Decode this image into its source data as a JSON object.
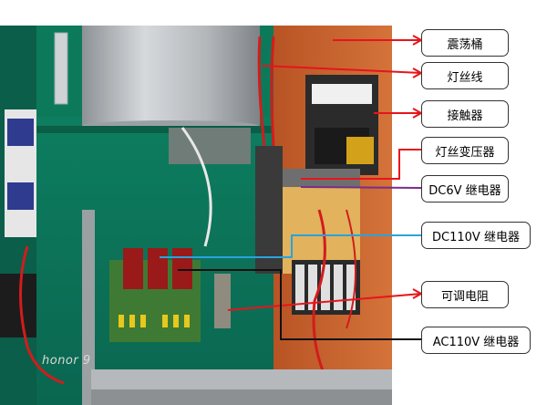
{
  "labels": [
    {
      "id": "oscillation-tank",
      "text": "震荡桶",
      "line_color": "#e8141c"
    },
    {
      "id": "filament-wire",
      "text": "灯丝线",
      "line_color": "#e8141c"
    },
    {
      "id": "contactor",
      "text": "接触器",
      "line_color": "#e8141c"
    },
    {
      "id": "filament-transformer",
      "text": "灯丝变压器",
      "line_color": "#e8141c"
    },
    {
      "id": "dc6v-relay",
      "text": "DC6V 继电器",
      "line_color": "#7a2c8c"
    },
    {
      "id": "dc110v-relay",
      "text": "DC110V 继电器",
      "line_color": "#29a3dd"
    },
    {
      "id": "adjustable-resistor",
      "text": "可调电阻",
      "line_color": "#e8141c"
    },
    {
      "id": "ac110v-relay",
      "text": "AC110V 继电器",
      "line_color": "#111111"
    }
  ],
  "watermark": "honor 9",
  "colors": {
    "cabinet_green": "#0d7a5c",
    "tank_gray": "#b9bcbf",
    "panel_orange": "#c8622a"
  }
}
